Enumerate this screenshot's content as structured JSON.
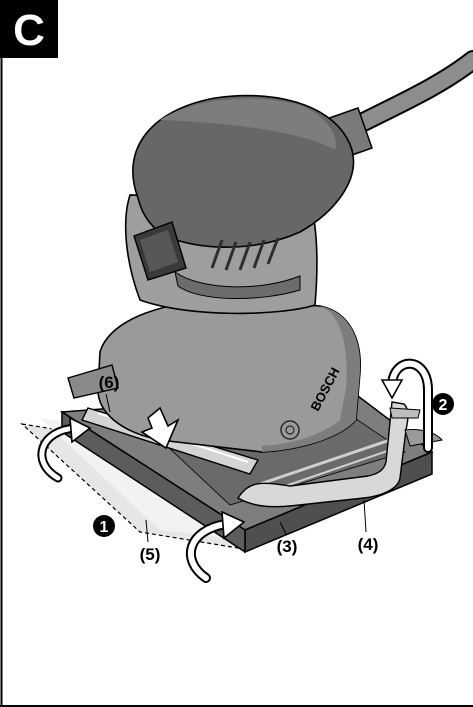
{
  "figure_letter": "C",
  "brand_mark": "BOSCH",
  "callouts": {
    "lever": "(6)",
    "paper": "(5)",
    "plate": "(3)",
    "clamp": "(4)"
  },
  "steps": {
    "step1": "1",
    "step2": "2"
  },
  "colors": {
    "tool_body": "#9a9a9a",
    "tool_dark": "#5a5a5a",
    "outline": "#000000",
    "paper": "#e6e6e6"
  }
}
